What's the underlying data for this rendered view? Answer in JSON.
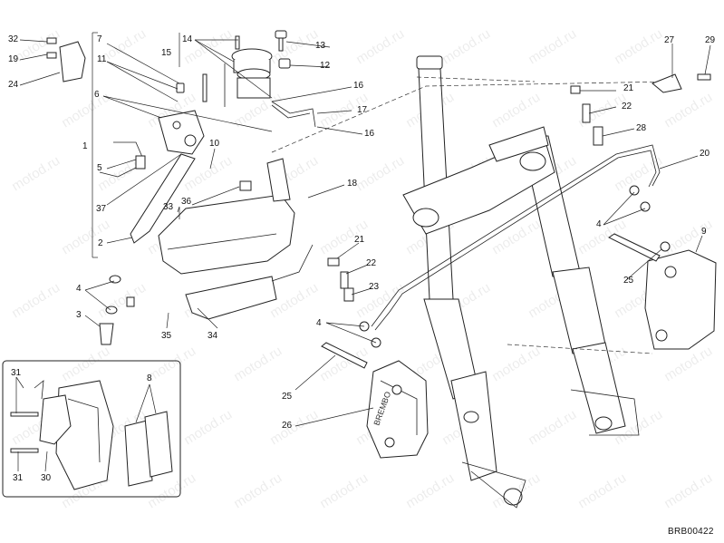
{
  "diagram": {
    "drawing_code": "BRB00422",
    "watermark": "motod.ru",
    "callouts": [
      {
        "text": "32"
      },
      {
        "text": "19"
      },
      {
        "text": "24"
      },
      {
        "text": "7"
      },
      {
        "text": "11"
      },
      {
        "text": "6"
      },
      {
        "text": "1"
      },
      {
        "text": "5"
      },
      {
        "text": "37"
      },
      {
        "text": "2"
      },
      {
        "text": "14"
      },
      {
        "text": "15"
      },
      {
        "text": "13"
      },
      {
        "text": "12"
      },
      {
        "text": "16"
      },
      {
        "text": "17"
      },
      {
        "text": "16"
      },
      {
        "text": "10"
      },
      {
        "text": "36"
      },
      {
        "text": "33"
      },
      {
        "text": "18"
      },
      {
        "text": "4"
      },
      {
        "text": "3"
      },
      {
        "text": "35"
      },
      {
        "text": "34"
      },
      {
        "text": "21"
      },
      {
        "text": "22"
      },
      {
        "text": "23"
      },
      {
        "text": "4"
      },
      {
        "text": "25"
      },
      {
        "text": "26"
      },
      {
        "text": "27"
      },
      {
        "text": "29"
      },
      {
        "text": "21"
      },
      {
        "text": "22"
      },
      {
        "text": "28"
      },
      {
        "text": "20"
      },
      {
        "text": "4"
      },
      {
        "text": "9"
      },
      {
        "text": "25"
      },
      {
        "text": "31"
      },
      {
        "text": "8"
      },
      {
        "text": "31"
      },
      {
        "text": "30"
      }
    ]
  }
}
